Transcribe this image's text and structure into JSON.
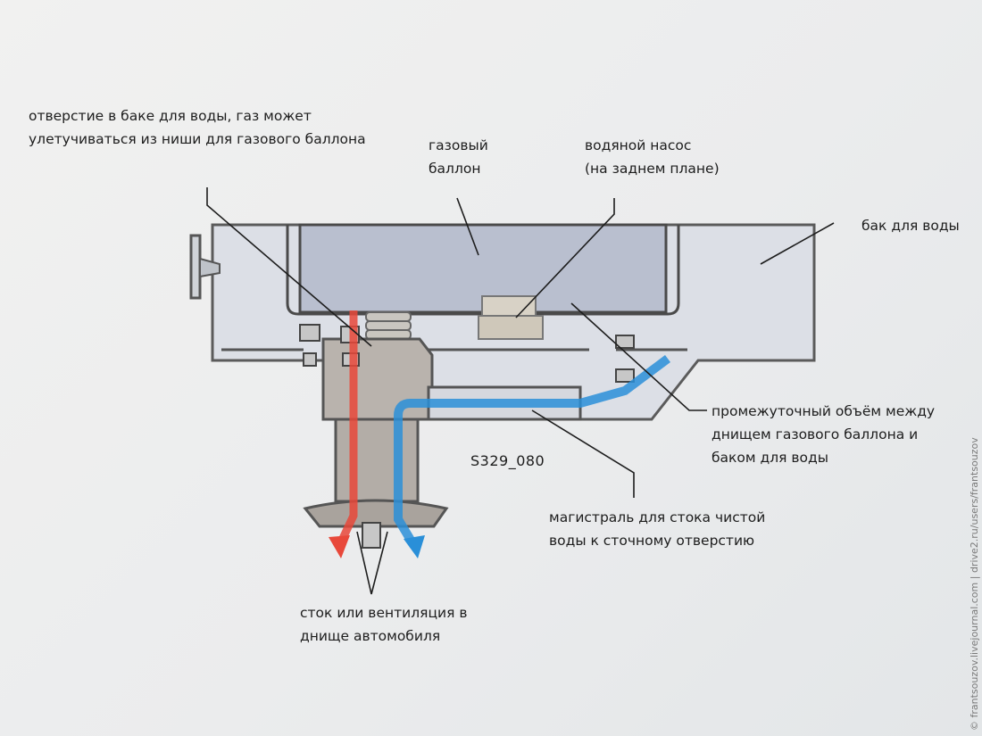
{
  "labels": {
    "hole_line1": "отверстие в баке для воды, газ может",
    "hole_line2": "улетучиваться из ниши для газового баллона",
    "gas_line1": "газовый",
    "gas_line2": "баллон",
    "pump_line1": "водяной насос",
    "pump_line2": "(на заднем плане)",
    "tank": "бак для воды",
    "gap_line1": "промежуточный объём между",
    "gap_line2": "днищем газового баллона и",
    "gap_line3": "баком для воды",
    "drain_line1": "магистраль для стока чистой",
    "drain_line2": "воды к сточному отверстию",
    "vent_line1": "сток или вентиляция в",
    "vent_line2": "днище автомобиля"
  },
  "figure_code": "S329_080",
  "watermark": "© frantsouzov.livejournal.com | drive2.ru/users/frantsouzov",
  "colors": {
    "gas_flow": "#e8483a",
    "water_flow": "#2a8fd8",
    "tank_fill": "#d9dde6",
    "gas_niche": "#b9bfcf"
  }
}
